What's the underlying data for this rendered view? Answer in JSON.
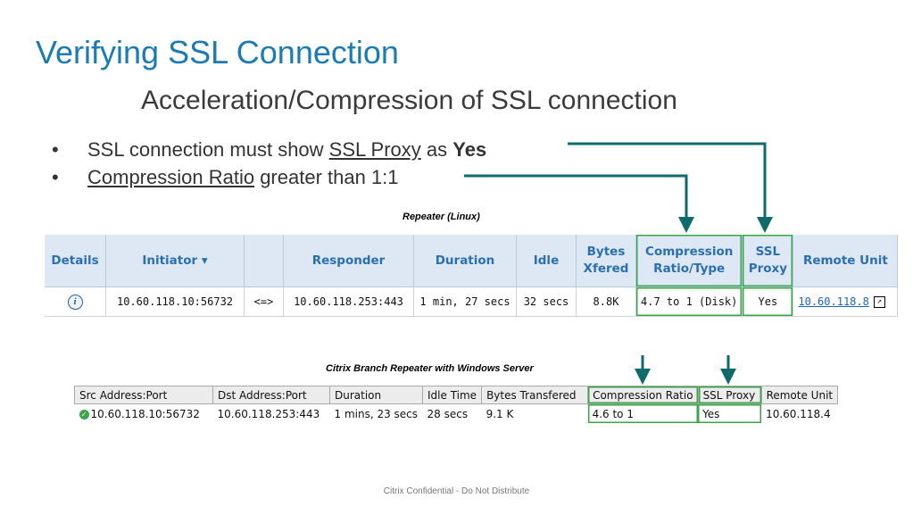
{
  "slide": {
    "title": "Verifying SSL Connection",
    "subtitle": "Acceleration/Compression of SSL connection",
    "bullet_symbol": "•",
    "bullets": [
      {
        "pre": "SSL connection must show ",
        "link": "SSL Proxy",
        "mid": " as ",
        "bold": "Yes"
      },
      {
        "link": "Compression Ratio",
        "post": " greater than 1:1"
      }
    ],
    "footer": "Citrix Confidential - Do Not Distribute",
    "accent_color": "#1a7bb5",
    "arrow_color": "#0f6b6b",
    "highlight_color": "#3aa64a"
  },
  "table1": {
    "caption": "Repeater (Linux)",
    "headers": {
      "details": "Details",
      "initiator": "Initiator",
      "initiator_sort": "▾",
      "dir": "",
      "responder": "Responder",
      "duration": "Duration",
      "idle": "Idle",
      "bytes1": "Bytes",
      "bytes2": "Xfered",
      "comp1": "Compression",
      "comp2": "Ratio/Type",
      "ssl1": "SSL",
      "ssl2": "Proxy",
      "remote": "Remote Unit"
    },
    "row": {
      "details_icon": "info-icon",
      "details_glyph": "i",
      "initiator": "10.60.118.10:56732",
      "dir": "<=>",
      "responder": "10.60.118.253:443",
      "duration": "1 min, 27 secs",
      "idle": "32 secs",
      "bytes": "8.8K",
      "comp": "4.7 to 1 (Disk)",
      "ssl": "Yes",
      "remote": "10.60.118.8",
      "remote_icon": "external-link-icon",
      "remote_glyph": "↗"
    }
  },
  "table2": {
    "caption": "Citrix Branch Repeater with Windows Server",
    "headers": [
      "Src Address:Port",
      "Dst Address:Port",
      "Duration",
      "Idle Time",
      "Bytes Transfered",
      "Compression Ratio",
      "SSL Proxy",
      "Remote Unit"
    ],
    "row": {
      "status_icon": "green-check-icon",
      "status_glyph": "✓",
      "src": "10.60.118.10:56732",
      "dst": "10.60.118.253:443",
      "duration": "1 mins, 23 secs",
      "idle": "28 secs",
      "bytes": "9.1 K",
      "comp": "4.6 to 1",
      "ssl": "Yes",
      "remote": "10.60.118.4"
    }
  }
}
